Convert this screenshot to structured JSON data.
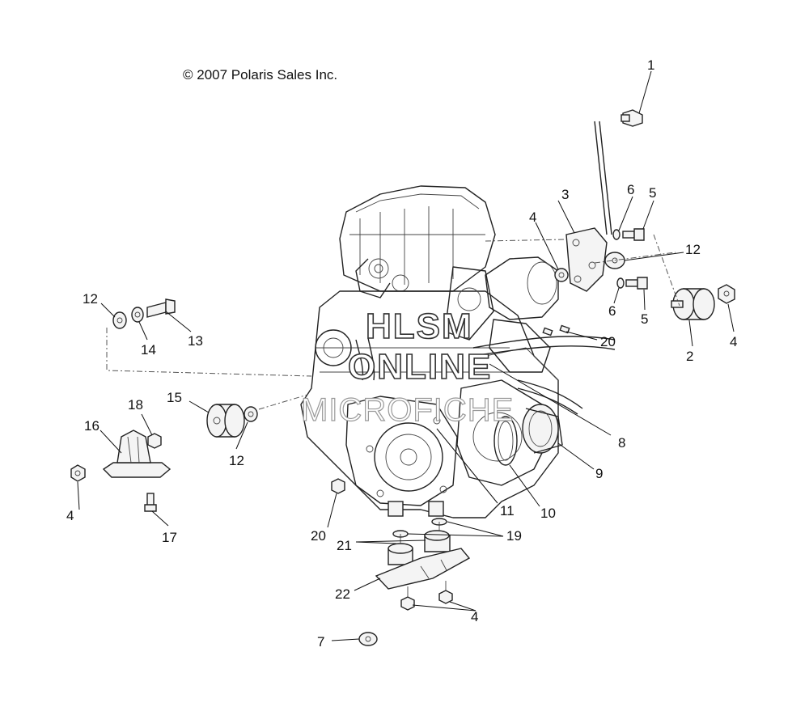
{
  "copyright": "© 2007 Polaris Sales Inc.",
  "watermark": {
    "line1": "HLSM",
    "line2": "ONLINE",
    "line3": "MICROFICHE"
  },
  "callouts": [
    {
      "id": "c1",
      "label": "1"
    },
    {
      "id": "c2",
      "label": "2"
    },
    {
      "id": "c3",
      "label": "3"
    },
    {
      "id": "c4a",
      "label": "4"
    },
    {
      "id": "c4b",
      "label": "4"
    },
    {
      "id": "c4c",
      "label": "4"
    },
    {
      "id": "c4d",
      "label": "4"
    },
    {
      "id": "c5a",
      "label": "5"
    },
    {
      "id": "c5b",
      "label": "5"
    },
    {
      "id": "c6a",
      "label": "6"
    },
    {
      "id": "c6b",
      "label": "6"
    },
    {
      "id": "c7",
      "label": "7"
    },
    {
      "id": "c8",
      "label": "8"
    },
    {
      "id": "c9",
      "label": "9"
    },
    {
      "id": "c10",
      "label": "10"
    },
    {
      "id": "c11",
      "label": "11"
    },
    {
      "id": "c12a",
      "label": "12"
    },
    {
      "id": "c12b",
      "label": "12"
    },
    {
      "id": "c12c",
      "label": "12"
    },
    {
      "id": "c13",
      "label": "13"
    },
    {
      "id": "c14",
      "label": "14"
    },
    {
      "id": "c15",
      "label": "15"
    },
    {
      "id": "c16",
      "label": "16"
    },
    {
      "id": "c17",
      "label": "17"
    },
    {
      "id": "c18",
      "label": "18"
    },
    {
      "id": "c19",
      "label": "19"
    },
    {
      "id": "c20a",
      "label": "20"
    },
    {
      "id": "c20b",
      "label": "20"
    },
    {
      "id": "c21",
      "label": "21"
    },
    {
      "id": "c22",
      "label": "22"
    }
  ]
}
